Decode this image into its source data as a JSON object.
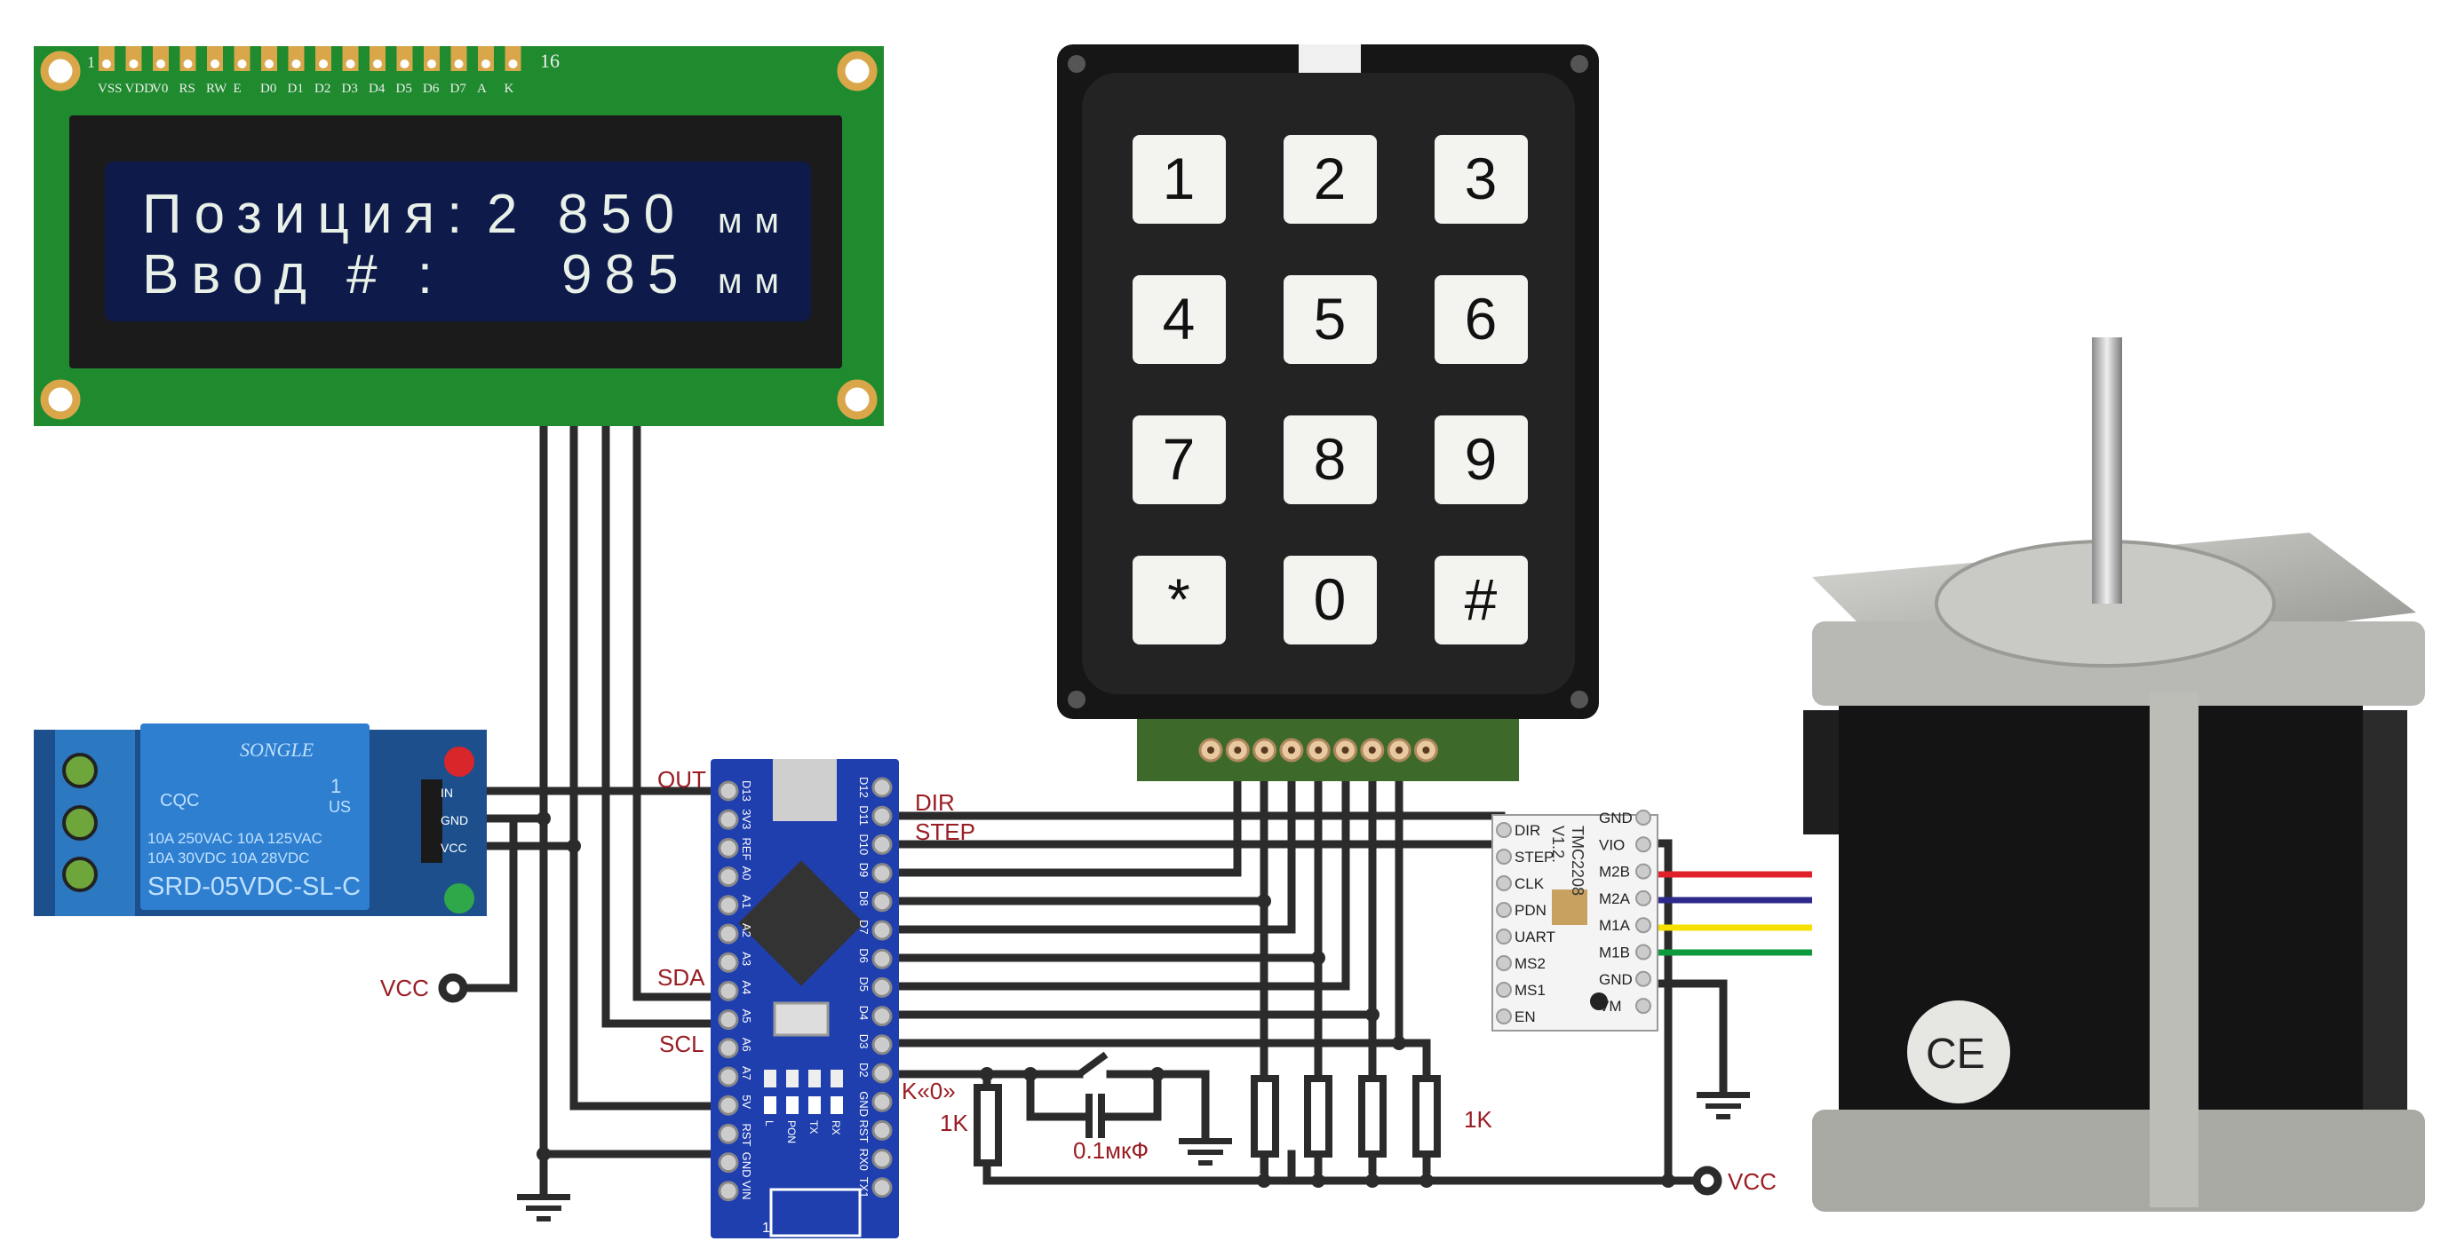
{
  "lcd": {
    "pin_first": "1",
    "pin_last": "16",
    "pins": [
      "VSS",
      "VDD",
      "V0",
      "RS",
      "RW",
      "E",
      "D0",
      "D1",
      "D2",
      "D3",
      "D4",
      "D5",
      "D6",
      "D7",
      "A",
      "K"
    ],
    "line1_label": "Позиция:",
    "line1_value": "2 850",
    "line1_unit": "мм",
    "line2_label": "Ввод # :",
    "line2_value": "985",
    "line2_unit": "мм",
    "board_color": "#1f8a2e",
    "screen_color": "#0d1a4a",
    "text_color": "#e8f0e8"
  },
  "keypad": {
    "keys": [
      "1",
      "2",
      "3",
      "4",
      "5",
      "6",
      "7",
      "8",
      "9",
      "*",
      "0",
      "#"
    ]
  },
  "relay": {
    "brand": "SONGLE",
    "cert": "CQC",
    "mark_num": "1",
    "mark_us": "US",
    "rating_1": "10A 250VAC   10A 125VAC",
    "rating_2": "10A  30VDC   10A  28VDC",
    "model": "SRD-05VDC-SL-C",
    "pins": [
      "IN",
      "GND",
      "VCC"
    ]
  },
  "nano": {
    "left_pins": [
      "D13",
      "3V3",
      "REF",
      "A0",
      "A1",
      "A2",
      "A3",
      "A4",
      "A5",
      "A6",
      "A7",
      "5V",
      "RST",
      "GND",
      "VIN"
    ],
    "right_pins": [
      "D12",
      "D11",
      "D10",
      "D9",
      "D8",
      "D7",
      "D6",
      "D5",
      "D4",
      "D3",
      "D2",
      "GND",
      "RST",
      "RX0",
      "TX1"
    ],
    "leds": [
      "L",
      "PON",
      "TX",
      "RX"
    ],
    "icsp_pin1": "1"
  },
  "driver": {
    "model": "TMC2208",
    "version": "V1.2.",
    "left_pins": [
      "DIR",
      "STEP",
      "CLK",
      "PDN",
      "UART",
      "MS2",
      "MS1",
      "EN"
    ],
    "right_pins": [
      "GND",
      "VIO",
      "M2B",
      "M2A",
      "M1A",
      "M1B",
      "GND",
      "VM"
    ]
  },
  "motor": {
    "logo": "CE"
  },
  "labels": {
    "out": "OUT",
    "sda": "SDA",
    "scl": "SCL",
    "dir": "DIR",
    "step": "STEP",
    "k0": "K«0»",
    "r1": "1K",
    "r2": "1K",
    "cap": "0.1мкФ",
    "vcc_left": "VCC",
    "vcc_right": "VCC"
  },
  "wire_colors": {
    "signal": "#2b2b2b",
    "m2b": "#e0202a",
    "m2a": "#2d2a8c",
    "m1a": "#f5e000",
    "m1b": "#0e9a3c",
    "label": "#9a1d24"
  }
}
